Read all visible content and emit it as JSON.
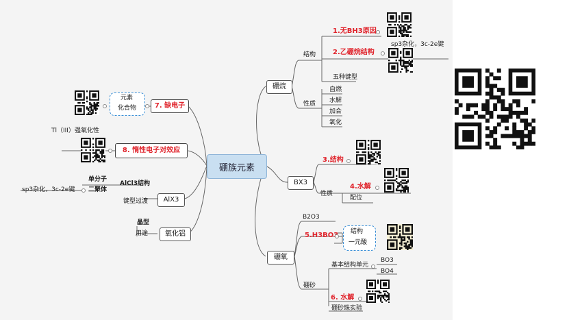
{
  "central": "硼族元素",
  "right": {
    "pengwan": {
      "label": "硼烷",
      "jiegou": "结构",
      "item1": "1.无BH3原因",
      "item2": "2.乙硼烷结构",
      "item2_note": "sp3杂化，3c-2e键",
      "wuzhong": "五种键型",
      "xingzhi": "性质",
      "props": [
        "自燃",
        "水解",
        "加合",
        "氧化"
      ]
    },
    "bx3": {
      "label": "BX3",
      "jiegou": "3.结构",
      "xingzhi": "性质",
      "shuijie": "4.水解",
      "peiwei": "配位"
    },
    "pengyang": {
      "label": "硼氧",
      "b2o3": "B2O3",
      "h3bo3": "5.H3BO3",
      "h3bo3_sub": [
        "结构",
        "一元酸"
      ],
      "pengsha": "硼砂",
      "jiben": "基本结构单元",
      "units": [
        "BO3",
        "BO4"
      ],
      "shuijie": "6. 水解",
      "zhu": "硼砂珠实验"
    }
  },
  "left": {
    "quedian": {
      "label": "7. 缺电子",
      "sub": [
        "元素",
        "化合物"
      ]
    },
    "duoxing": {
      "label": "8. 惰性电子对效应",
      "note": "Tl（III）强氧化性"
    },
    "alx3": {
      "label": "AlX3",
      "alcl3": "AlCl3结构",
      "danfenzi": "单分子",
      "erjuti": "二聚体",
      "note": "sp3杂化，3c-2e键",
      "jianxing": "键型过渡"
    },
    "yanghualv": {
      "label": "氧化铝",
      "jingxing": "晶型",
      "yongtu": "用途"
    }
  },
  "colors": {
    "accent_red": "#e0242c",
    "central_fill": "#c9dff1",
    "dashed_border": "#3a8fd6"
  },
  "icons": [
    "qr-code-icon"
  ]
}
